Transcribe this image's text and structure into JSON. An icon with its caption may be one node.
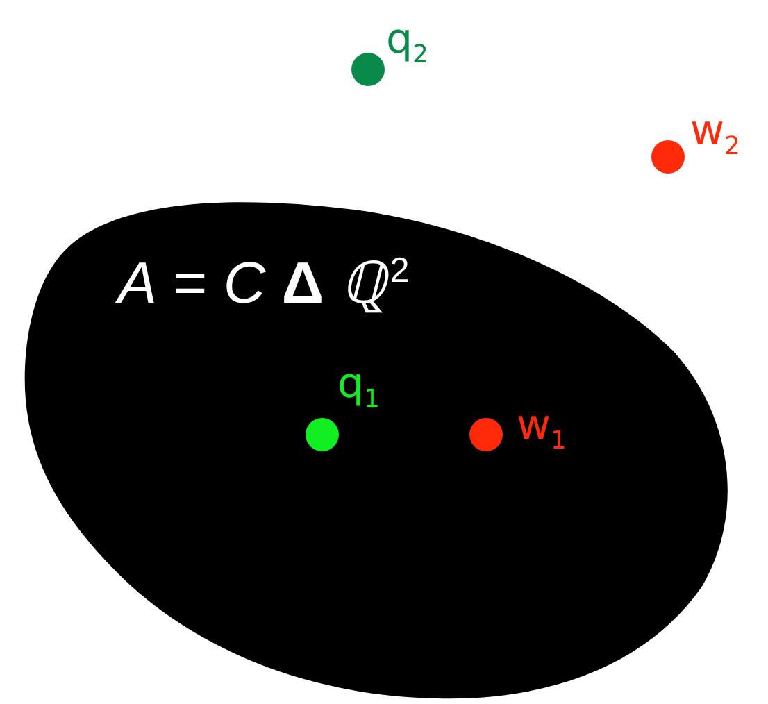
{
  "diagram": {
    "nodes": [
      {
        "text": [],
        "shape": "circle",
        "beside": [
          "q$_{2}$"
        ]
      },
      {
        "text": [],
        "shape": "circle",
        "beside": [
          "w$_{2}$"
        ]
      },
      {
        "text": [
          "*A* = *C* **Δ** *ℚ*$^{2}$"
        ]
      },
      {
        "text": [],
        "shape": "circle",
        "beside": [
          "q$_{1}$"
        ],
        "in": 2
      },
      {
        "text": [],
        "shape": "circle",
        "beside": [
          "w$_{1}$"
        ],
        "in": 2
      }
    ]
  }
}
